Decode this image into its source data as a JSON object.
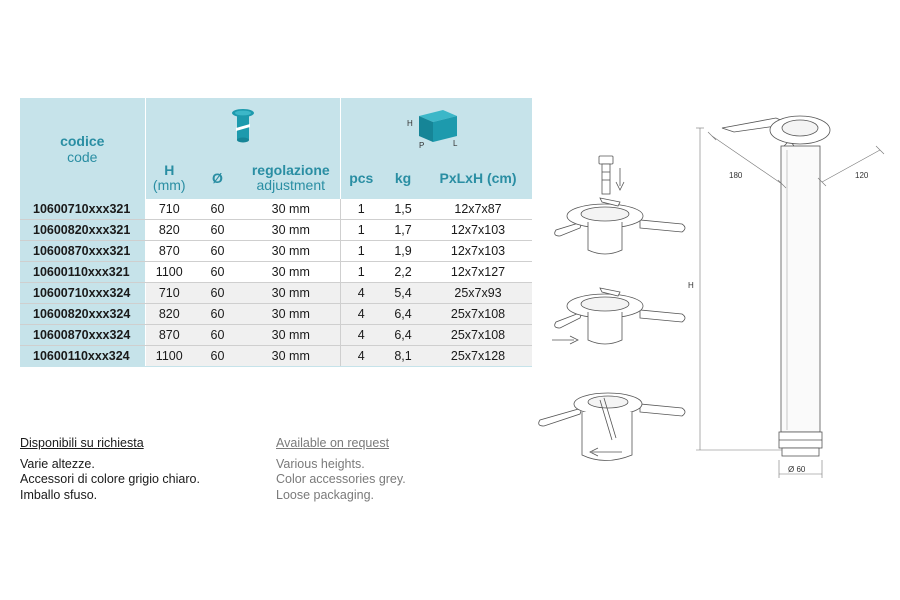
{
  "table": {
    "code_header": {
      "it": "codice",
      "en": "code"
    },
    "leg_icon": "table-leg-icon",
    "box_icon": {
      "name": "box-dimensions-icon",
      "labels": {
        "h": "H",
        "p": "P",
        "l": "L"
      }
    },
    "columns": [
      {
        "main": "H",
        "sub": "(mm)"
      },
      {
        "main": "Ø",
        "sub": ""
      },
      {
        "main": "regolazione",
        "sub": "adjustment"
      },
      {
        "main": "pcs",
        "sub": ""
      },
      {
        "main": "kg",
        "sub": ""
      },
      {
        "main": "PxLxH (cm)",
        "sub": ""
      }
    ],
    "rows": [
      {
        "code": "10600710xxx321",
        "h": "710",
        "d": "60",
        "adj": "30 mm",
        "pcs": "1",
        "kg": "1,5",
        "dim": "12x7x87"
      },
      {
        "code": "10600820xxx321",
        "h": "820",
        "d": "60",
        "adj": "30 mm",
        "pcs": "1",
        "kg": "1,7",
        "dim": "12x7x103"
      },
      {
        "code": "10600870xxx321",
        "h": "870",
        "d": "60",
        "adj": "30 mm",
        "pcs": "1",
        "kg": "1,9",
        "dim": "12x7x103"
      },
      {
        "code": "10600110xxx321",
        "h": "1100",
        "d": "60",
        "adj": "30 mm",
        "pcs": "1",
        "kg": "2,2",
        "dim": "12x7x127"
      },
      {
        "code": "10600710xxx324",
        "h": "710",
        "d": "60",
        "adj": "30 mm",
        "pcs": "4",
        "kg": "5,4",
        "dim": "25x7x93"
      },
      {
        "code": "10600820xxx324",
        "h": "820",
        "d": "60",
        "adj": "30 mm",
        "pcs": "4",
        "kg": "6,4",
        "dim": "25x7x108"
      },
      {
        "code": "10600870xxx324",
        "h": "870",
        "d": "60",
        "adj": "30 mm",
        "pcs": "4",
        "kg": "6,4",
        "dim": "25x7x108"
      },
      {
        "code": "10600110xxx324",
        "h": "1100",
        "d": "60",
        "adj": "30 mm",
        "pcs": "4",
        "kg": "8,1",
        "dim": "25x7x128"
      }
    ]
  },
  "notes_it": {
    "title": "Disponibili su richiesta",
    "lines": [
      "Varie altezze.",
      "Accessori di colore grigio chiaro.",
      "Imballo sfuso."
    ]
  },
  "notes_en": {
    "title": "Available on request",
    "lines": [
      "Various heights.",
      "Color accessories grey.",
      "Loose packaging."
    ]
  },
  "drawing": {
    "dim_180": "180",
    "dim_120": "120",
    "dim_h": "H",
    "dim_diameter": "Ø 60"
  },
  "colors": {
    "teal": "#2a8ea3",
    "header_bg": "#c6e3ea",
    "icon_teal": "#1d9aad",
    "alt_row": "#f0f0f0"
  }
}
